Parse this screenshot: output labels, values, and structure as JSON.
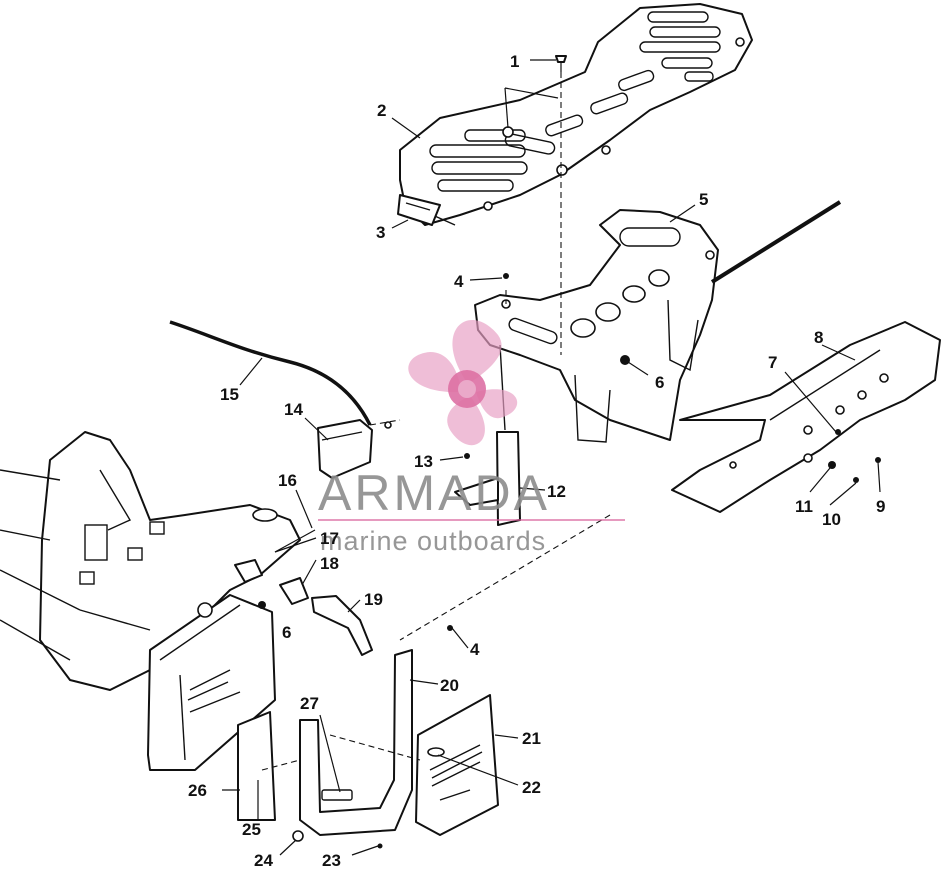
{
  "diagram": {
    "parts": [
      {
        "id": "1",
        "label": "1"
      },
      {
        "id": "2",
        "label": "2"
      },
      {
        "id": "3",
        "label": "3"
      },
      {
        "id": "4a",
        "label": "4"
      },
      {
        "id": "4b",
        "label": "4"
      },
      {
        "id": "5",
        "label": "5"
      },
      {
        "id": "6a",
        "label": "6"
      },
      {
        "id": "6b",
        "label": "6"
      },
      {
        "id": "7",
        "label": "7"
      },
      {
        "id": "8",
        "label": "8"
      },
      {
        "id": "9",
        "label": "9"
      },
      {
        "id": "10",
        "label": "10"
      },
      {
        "id": "11",
        "label": "11"
      },
      {
        "id": "12",
        "label": "12"
      },
      {
        "id": "13",
        "label": "13"
      },
      {
        "id": "14",
        "label": "14"
      },
      {
        "id": "15",
        "label": "15"
      },
      {
        "id": "16",
        "label": "16"
      },
      {
        "id": "17",
        "label": "17"
      },
      {
        "id": "18",
        "label": "18"
      },
      {
        "id": "19",
        "label": "19"
      },
      {
        "id": "20",
        "label": "20"
      },
      {
        "id": "21",
        "label": "21"
      },
      {
        "id": "22",
        "label": "22"
      },
      {
        "id": "23",
        "label": "23"
      },
      {
        "id": "24",
        "label": "24"
      },
      {
        "id": "25",
        "label": "25"
      },
      {
        "id": "26",
        "label": "26"
      },
      {
        "id": "27",
        "label": "27"
      }
    ]
  },
  "watermark": {
    "brand": "ARMADA",
    "tagline": "marine outboards",
    "colors": {
      "logo": "#e8a0c4",
      "logo_center": "#d9609a",
      "text": "#8c8c8c"
    }
  }
}
